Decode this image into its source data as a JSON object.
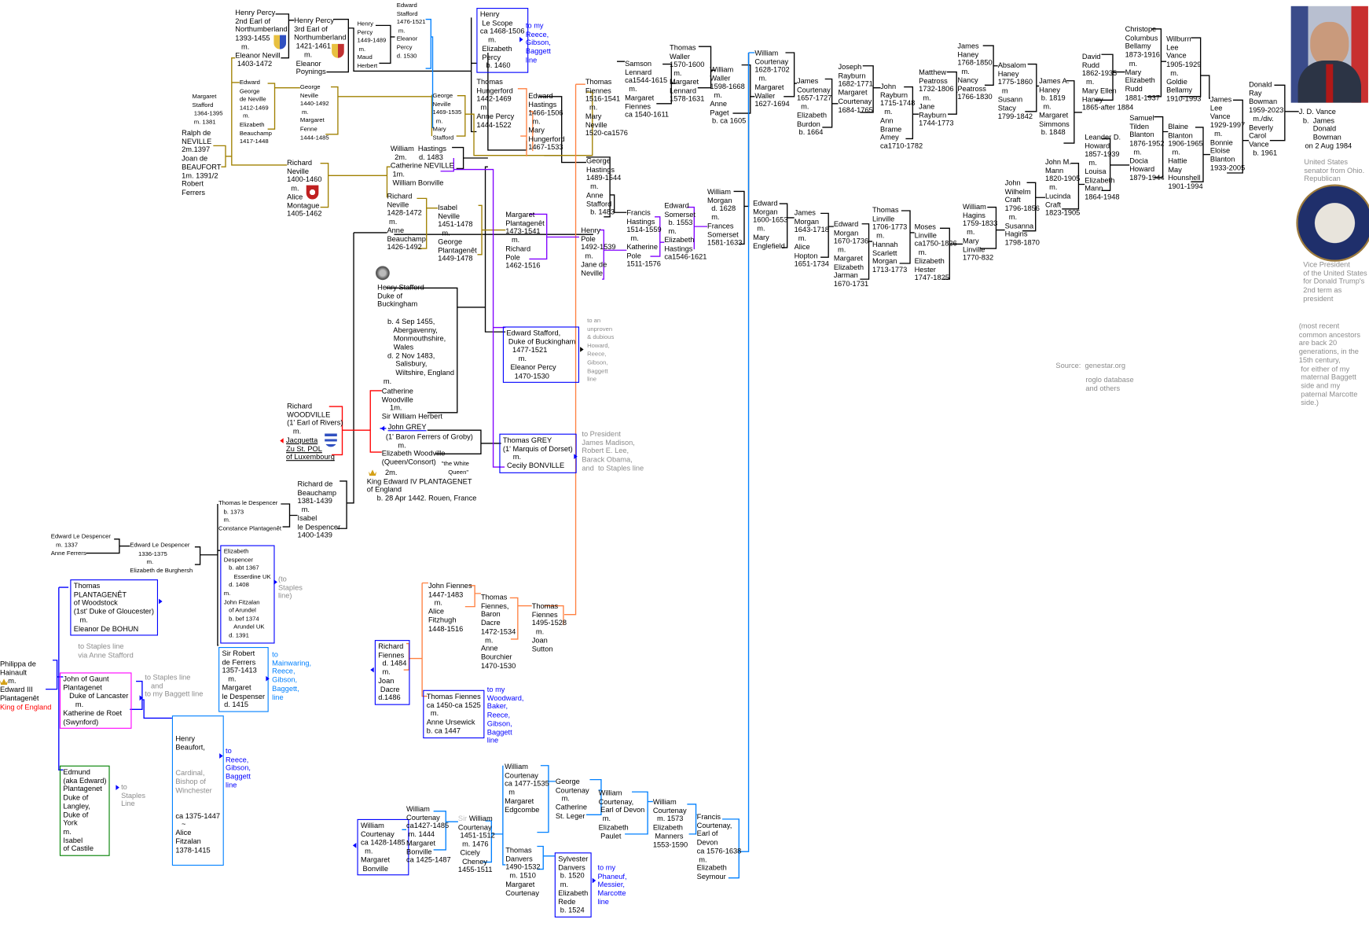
{
  "colors": {
    "line_default": "#000000",
    "neville_line": "#a08000",
    "fiennes_line": "#ff8040",
    "plantagenet_line": "#8000ff",
    "courtenay_line": "#0080ff",
    "woodville_line": "#ff0000",
    "link_blue": "#0000ff",
    "note_gray": "#8c8c8c"
  },
  "icons": {
    "photo": "jd-vance-photo",
    "seal": "vice-president-seal",
    "portrait": "henry-stafford-portrait",
    "arms": "coat-of-arms",
    "crown": "crown-icon",
    "arrow": "triangle-arrow-icon"
  },
  "tree": {
    "percy2": "Henry Percy\n2nd Earl of\nNorthumberland\n1393-1455\n   m.\nEleanor Nevill\n 1403-1472",
    "percy3": "Henry Percy\n3rd Earl of\nNorthumberland\n 1421-1461\n     m.\n Eleanor\n Poynings",
    "percy1449": "Henry\nPercy\n1449-1489\n m.\nMaud\nHerbert",
    "stafford1476": "Edward\nStafford\n1476-1521\n m.\nEleanor\nPercy\nd. 1530",
    "margaret_stafford": "Margaret\nStafford\n 1364-1395\n m. 1381",
    "ralph": "Ralph de\nNEVILLE\n2m.1397\nJoan de\nBEAUFORT\n1m. 1391/2\nRobert\nFerrers",
    "edward_george": "Edward\nGeorge\nde Neville\n1412-1469\n  m.\nElizabeth\nBeauchamp\n1417-1448",
    "george_neville1440": "George\nNeville\n1440-1492\n m.\nMargaret\nFenne\n1444-1485",
    "george_neville1469": "George\nNeville\n1469-1535\n  m.\nMary\nStafford",
    "richard_neville1400": "Richard\nNeville\n1400-1460\n  m.\nAlice\nMontague\n1405-1462",
    "hastings_w": "William  Hastings\n  2m.      d. 1483\nCatherine NEVILLE\n 1m.\n William Bonville",
    "richard_neville1428": "Richard\nNeville\n1428-1472\n m.\nAnne\nBeauchamp\n1426-1492",
    "isabel_neville": "Isabel\nNeville\n1451-1478\n  m.\nGeorge\nPlantagenêt\n1449-1478",
    "le_scope": "Henry\n Le Scope\nca 1468-1506\n    m.\n Elizabeth\n Percy\n   b. 1460",
    "le_scope_note": "to my\nReece,\nGibson,\nBaggett\nline",
    "hungerford": "Thomas\nHungerford\n1442-1469\n  m.\nAnne Percy\n1444-1522",
    "edward_hastings": "Edward\nHastings\n1466-1506\n  m.\nMary\nHungerford\n1467-1533",
    "fiennes1516": "Thomas\nFiennes\n1516-1541\n  m.\nMary\nNeville\n1520-ca1576",
    "lennard": "Samson\nLennard\nca1544-1615\n  m.\nMargaret\nFiennes\nca 1540-1611",
    "waller_t": "Thomas\nWaller\n1570-1600\n  m.\nMargaret\nLennard\n1578-1631",
    "waller_w": "William\nWaller\n1598-1668\n  m.\nAnne\nPaget\n b. ca 1605",
    "courtenay1628": "William\nCourtenay\n1628-1702\n  m.\nMargaret\nWaller\n1627-1694",
    "courtenay_j": "James\nCourtenay\n1657-1727\n  m.\nElizabeth\nBurdon\n b. 1664",
    "rayburn_j": "Joseph\nRayburn\n1682-1771\nMargaret\nCourtenay\n1684-1765",
    "rayburn_john": "John\nRayburn\n1715-1748\n  m.\nAnn\nBrame\nAmey\nca1710-1782",
    "peatross": "Matthew\nPeatross\n1732-1806\n  m.\nJane\nRayburn\n1744-1773",
    "haney_j": "James\nHaney\n1768-1850\n  m.\nNancy\nPeatross\n1766-1830",
    "absalom": "Absalom\nHaney\n1775-1860\n  m\nSusann\nStacy\n1799-1842",
    "haney_ja": "James A.\nHaney\n b. 1819\n  m.\nMargaret\nSimmons\n b. 1848",
    "rudd": "David\nRudd\n1862-1935\n  m.\nMary Ellen\nHaney\n1865-after 1884",
    "bellamy": "Christope\nColumbus\nBellamy\n1873-1916\n  m.\nMary\nElizabeth\nRudd\n1881-1937",
    "wilburn": "Wilburn\nLee\nVance\n1905-1929\n  m.\nGoldie\nBellamy\n1910-1993",
    "james_vance": "James\nLee\nVance\n1929-1997\n  m.\nBonnie\nEloise\nBlanton\n1933-2005",
    "donald": "Donald\nRay\nBowman\n1959-2023\n  m./div.\nBeverly\nCarol\nVance\n  b. 1961",
    "jd": "J. D. Vance\n  b.  James\n       Donald\n       Bowman\n   on 2 Aug 1984",
    "senator": "United States\nsenator from Ohio.\nRepublican",
    "vp": "Vice President\nof the United States\nfor Donald Trump's\n2nd term as\npresident",
    "common": "(most recent\ncommon ancestors\nare back 20\ngenerations, in the\n15th century,\n for either of my\n maternal Baggett\n side and my\n paternal Marcotte\n side.)",
    "source": "Source:  genestar.org",
    "source2": "roglo database\nand others",
    "george_hastings": "George\nHastings\n1489-1544\n  m.\nAnne\nStafford\n  b. 1483",
    "francis_hastings": "Francis\nHastings\n1514-1559\n  m.\nKatherine\nPole\n1511-1576",
    "somerset": "Edward\nSomerset\n  b. 1553\n  m.\nElizabeth\nHastings\nca1546-1621",
    "morgan_w": "William\nMorgan\n  d. 1628\n  m.\nFrances\nSomerset\n1581-1633",
    "morgan_e1600": "Edward\nMorgan\n1600-1653\n  m.\nMary\nEnglefield",
    "morgan_j": "James\nMorgan\n1643-1718\n  m.\nAlice\nHopton\n1651-1734",
    "morgan_e1670": "Edward\nMorgan\n1670-1736\n  m.\nMargaret\nElizabeth\nJarman\n1670-1731",
    "linville_t": "Thomas\nLinville\n1706-1773\n  m.\nHannah\nScarlett\nMorgan\n1713-1773",
    "moses": "Moses\nLinville\nca1750-1826\n  m.\nElizabeth\nHester\n1747-1825",
    "hagins": "William\nHagins\n1759-1833\n  m.\nMary\nLinville\n1770-832",
    "craft": "John\nWilhelm\nCraft\n1796-1856\n  m.\nSusanna\nHagins\n1798-1870",
    "mann": "John M.\nMann\n1820-1905\n  m.\nLucinda\nCraft\n1823-1905",
    "howard": "Leander D.\nHoward\n1857-1939\n  m.\nLouisa\nElizabeth\nMann\n1864-1948",
    "tilden": "Samuel\nTilden\nBlanton\n1876-1952\n  m.\nDocia\nHoward\n1879-1944",
    "blaine": "Blaine\nBlanton\n1906-1965\n  m.\nHattie\nMay\nHounshell\n1901-1994",
    "margaret_plantagenet": "Margaret\nPlantagenêt\n1473-1541\n   m.\nRichard\nPole\n1462-1516",
    "henry_pole": "Henry\nPole\n1492-1539\n  m.\nJane de\nNeville",
    "henry_stafford": "Henry Stafford\nDuke of\nBuckingham\n\n     b. 4 Sep 1455,\n        Abergavenny,\n        Monmouthshire,\n        Wales\n     d. 2 Nov 1483,\n         Salisbury,\n         Wiltshire, England\n   m.",
    "edward_stafford": "Edward Stafford,\n Duke of Buckingham\n   1477-1521\n      m.\n  Eleanor Percy\n    1470-1530",
    "edward_stafford_note": "to an\nunproven\n& dubious\nHoward,\nReece,\nGibson,\nBaggett\nline",
    "catherine_woodville": "Catherine\nWoodville\n    1m.\nSir William Herbert",
    "richard_woodville": "Richard\nWOODVILLE\n(1' Earl of Rivers)\n   m.",
    "jacquetta": "Jacquetta\nZu St. POL\nof Luxembourg",
    "john_grey": "John GREY",
    "grey_rest": "  (1' Baron Ferrers of Groby)\n        m.\nElizabeth Woodville\n(Queen/Consort)",
    "white_queen": "\"the White\n    Queen\"",
    "edward_iv": "         2m.\nKing Edward IV PLANTAGENET\nof England\n     b. 28 Apr 1442. Rouen, France",
    "thomas_grey": "Thomas GREY\n(1' Marquis of Dorset)\n     m.\n  Cecily BONVILLE",
    "thomas_grey_note": "to President\nJames Madison,\nRobert E. Lee,\nBarack Obama,\nand  to Staples line",
    "beauchamp": "Richard de\nBeauchamp\n1381-1439\n  m.\nIsabel\nle Despencer\n1400-1439",
    "despencer_t": "Thomas le Despencer\n   b. 1373\n   m.\nConstance Plantagenêt",
    "despencer_e1337": "Edward Le Despencer\n   m. 1337\nAnne Ferrers",
    "despencer_e1336": "Edward Le Despencer\n     1336-1375\n          m.\nElizabeth de Burghersh",
    "elizabeth_despencer": "Elizabeth\nDespencer\n   b. abt 1367\n      Esserdine UK\n   d. 1408\nm.\nJohn Fitzalan\n   of Arundel\n   b. bef 1374\n      Arundel UK\n   d. 1391",
    "elizabeth_despencer_note": "(to\nStaples\nline)",
    "thomas_woodstock": "Thomas\nPLANTAGENÊT\nof Woodstock\n(1st' Duke of Gloucester)\n   m.\nEleanor De BOHUN",
    "woodstock_note": "to Staples line\nvia Anne Stafford",
    "philippa": "Philippa de\nHainault\n    m.\nEdward III\nPlantagenêt",
    "king_england": "King of England",
    "gaunt": "John of Gaunt\nPlantagenet\n   Duke of Lancaster\n      m.\nKatherine de Roet\n(Swynford)",
    "gaunt_note": "to Staples line\n   and\nto my Baggett line",
    "ferrers": "Sir Robert\nde Ferrers\n1357-1413\n   m.\nMargaret\nle Despenser\n d. 1415",
    "ferrers_note": "to\nMainwaring,\nReece,\nGibson,\nBaggett,\nline",
    "beaufort_a": "Henry\nBeaufort,",
    "beaufort_b": "Cardinal,\nBishop of\nWinchester",
    "beaufort_c": "ca 1375-1447\n   ~\nAlice\nFitzalan\n1378-1415",
    "beaufort_note": "to\nReece,\nGibson,\nBaggett\nline",
    "edmund": "Edmund\n(aka Edward)\nPlantagenet\nDuke of\nLangley,\nDuke of\nYork\nm.\nIsabel\nof Castile",
    "edmund_note": "to\nStaples\nLine",
    "john_fiennes": "John Fiennes\n1447-1483\n   m.\nAlice\nFitzhugh\n1448-1516",
    "fiennes_baron": "Thomas\nFiennes,\nBaron\nDacre\n1472-1534\n  m.\nAnne\nBourchier\n1470-1530",
    "fiennes1495": "Thomas\nFiennes\n1495-1528\n  m.\nJoan\nSutton",
    "richard_fiennes": "Richard\nFiennes\n  d. 1484\n  m.\nJoan\n Dacre\nd.1486",
    "thomas_fiennes1450": "Thomas Fiennes\nca 1450-ca 1525\n  m.\nAnne Ursewick\nb. ca 1447",
    "fiennes1450_note": "to my\nWoodward,\nBaker,\nReece,\nGibson,\nBaggett\nline",
    "courtenay1477": "William\nCourtenay\nca 1477-1535\n  m\nMargaret\nEdgcombe",
    "courtenay_g": "George\nCourtenay\n   m.\nCatherine\nSt. Leger",
    "courtenay_earl": "William\nCourtenay,\n Earl of Devon\n  m.\nElizabeth\n Paulet",
    "courtenay1573": "William\nCourtenay\n  m. 1573\nElizabeth\n Manners\n1553-1590",
    "courtenay_f": "Francis\nCourtenay,\nEarl of\nDevon\nca 1576-1638\n m.\nElizabeth\nSeymour",
    "courtenay1428": "William\nCourtenay\nca 1428-1485\n  m.\nMargaret\n Bonville",
    "courtenay1427": "William\nCourtenay\nca1427-1485\n m. 1444\nMargaret\nBonville\nca 1425-1487",
    "sir_prefix": "Sir",
    "courtenay1451": " William\nCourtenay\n 1451-1512\n  m. 1476\n Cicely\n  Cheney\n1455-1511",
    "danvers_t": "Thomas\nDanvers\n1490-1532\n  m. 1510\nMargaret\nCourtenay",
    "sylvester": "Sylvester\nDanvers\n b. 1520\n m.\nElizabeth\nRede\n b. 1524",
    "sylvester_note": "to my\nPhaneuf,\nMessier,\nMarcotte\nline"
  }
}
